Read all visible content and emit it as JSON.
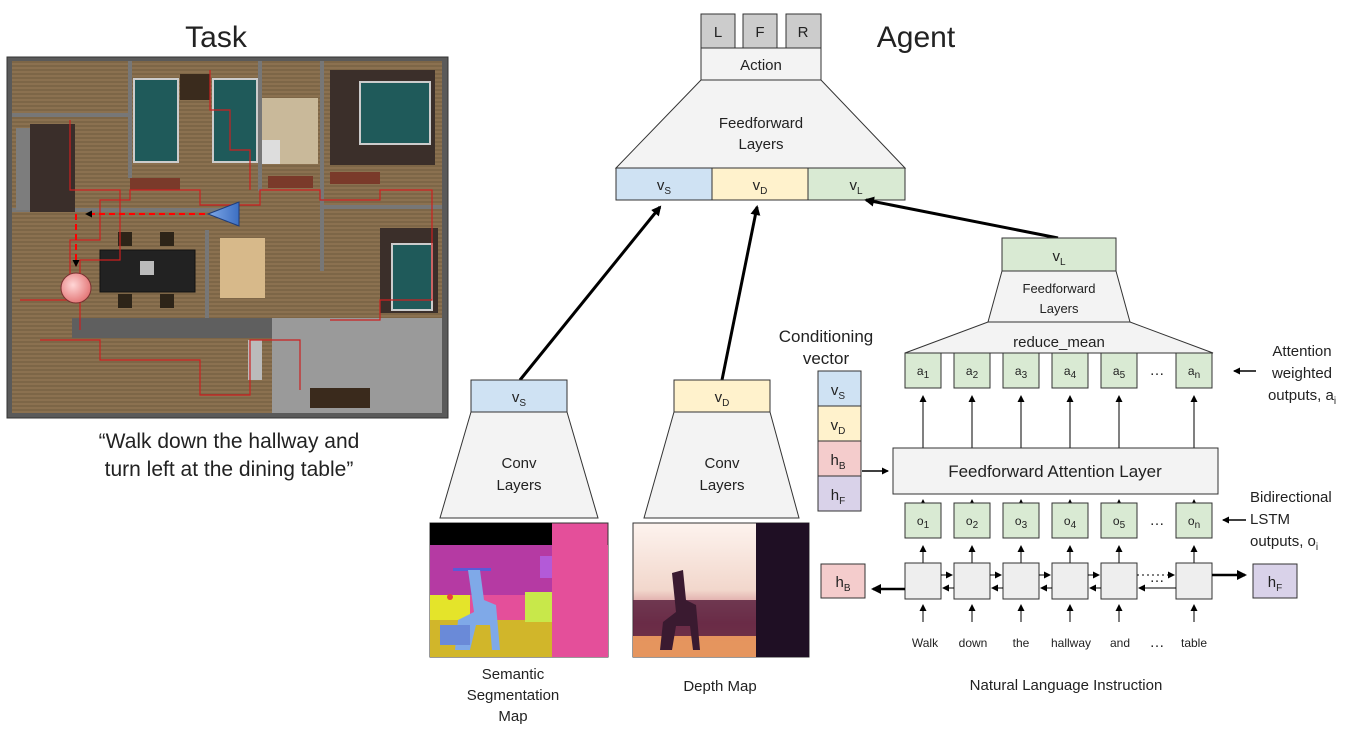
{
  "titles": {
    "task": "Task",
    "agent": "Agent"
  },
  "instruction_quote": {
    "line1": "“Walk down the hallway and",
    "line2": "turn left at the dining table”"
  },
  "action": {
    "label": "Action",
    "buttons": [
      "L",
      "F",
      "R"
    ]
  },
  "top_ff": {
    "line1": "Feedforward",
    "line2": "Layers"
  },
  "concat_vector": [
    {
      "base": "v",
      "sub": "S",
      "color": "#cfe2f3"
    },
    {
      "base": "v",
      "sub": "D",
      "color": "#fff2cc"
    },
    {
      "base": "v",
      "sub": "L",
      "color": "#d9ead3"
    }
  ],
  "conv_branches": [
    {
      "vector": {
        "base": "v",
        "sub": "S",
        "color": "#cfe2f3"
      },
      "line1": "Conv",
      "line2": "Layers",
      "caption": [
        "Semantic",
        "Segmentation",
        "Map"
      ]
    },
    {
      "vector": {
        "base": "v",
        "sub": "D",
        "color": "#fff2cc"
      },
      "line1": "Conv",
      "line2": "Layers",
      "caption": [
        "Depth Map"
      ]
    }
  ],
  "language": {
    "vl": {
      "base": "v",
      "sub": "L"
    },
    "ff_line1": "Feedforward",
    "ff_line2": "Layers",
    "reduce": "reduce_mean",
    "attention_outputs": [
      {
        "base": "a",
        "sub": "1"
      },
      {
        "base": "a",
        "sub": "2"
      },
      {
        "base": "a",
        "sub": "3"
      },
      {
        "base": "a",
        "sub": "4"
      },
      {
        "base": "a",
        "sub": "5"
      },
      {
        "base": "a",
        "sub": "n"
      }
    ],
    "attention_layer": "Feedforward Attention Layer",
    "lstm_outputs": [
      {
        "base": "o",
        "sub": "1"
      },
      {
        "base": "o",
        "sub": "2"
      },
      {
        "base": "o",
        "sub": "3"
      },
      {
        "base": "o",
        "sub": "4"
      },
      {
        "base": "o",
        "sub": "5"
      },
      {
        "base": "o",
        "sub": "n"
      }
    ],
    "hb": {
      "base": "h",
      "sub": "B"
    },
    "hf": {
      "base": "h",
      "sub": "F"
    },
    "words": [
      "Walk",
      "down",
      "the",
      "hallway",
      "and",
      "…",
      "table"
    ],
    "ellipsis": "…",
    "caption": "Natural Language Instruction",
    "side_attention": {
      "line1": "Attention",
      "line2": "weighted",
      "line3_base": "outputs, a",
      "line3_sub": "i"
    },
    "side_lstm": {
      "line1": "Bidirectional",
      "line2": "LSTM",
      "line3_base": "outputs, o",
      "line3_sub": "i"
    }
  },
  "conditioning": {
    "line1": "Conditioning",
    "line2": "vector",
    "items": [
      {
        "base": "v",
        "sub": "S",
        "color": "#cfe2f3"
      },
      {
        "base": "v",
        "sub": "D",
        "color": "#fff2cc"
      },
      {
        "base": "h",
        "sub": "B",
        "color": "#f4cccc"
      },
      {
        "base": "h",
        "sub": "F",
        "color": "#d9d2e9"
      }
    ]
  }
}
